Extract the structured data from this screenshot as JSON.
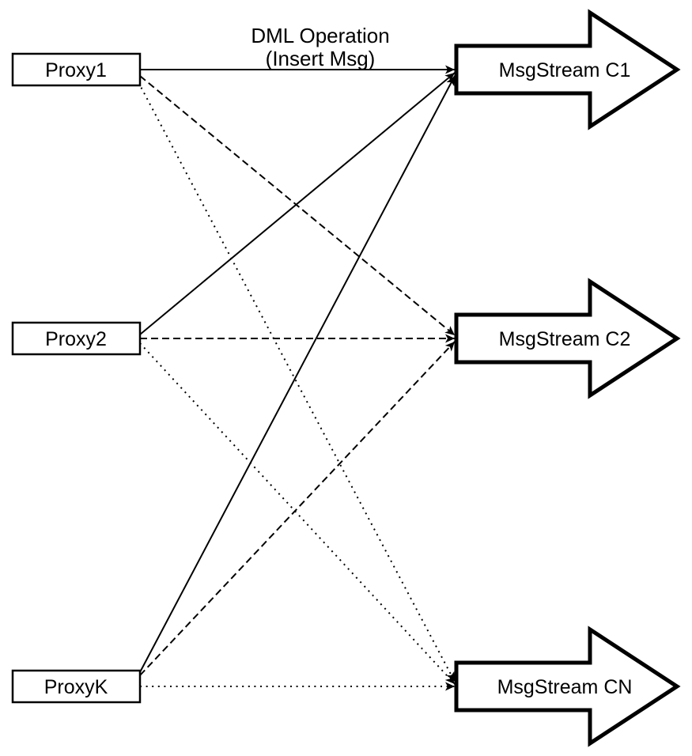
{
  "diagram": {
    "type": "flow-diagram",
    "title": {
      "line1": "DML Operation",
      "line2": "(Insert Msg)"
    },
    "proxies": [
      {
        "id": "proxy1",
        "label": "Proxy1"
      },
      {
        "id": "proxy2",
        "label": "Proxy2"
      },
      {
        "id": "proxyk",
        "label": "ProxyK"
      }
    ],
    "streams": [
      {
        "id": "c1",
        "label": "MsgStream C1"
      },
      {
        "id": "c2",
        "label": "MsgStream C2"
      },
      {
        "id": "cn",
        "label": "MsgStream CN"
      }
    ],
    "edges": [
      {
        "from": "Proxy1",
        "to": "MsgStream C1",
        "style": "solid"
      },
      {
        "from": "Proxy2",
        "to": "MsgStream C1",
        "style": "solid"
      },
      {
        "from": "ProxyK",
        "to": "MsgStream C1",
        "style": "solid"
      },
      {
        "from": "Proxy1",
        "to": "MsgStream C2",
        "style": "dashed"
      },
      {
        "from": "Proxy2",
        "to": "MsgStream C2",
        "style": "dashed"
      },
      {
        "from": "ProxyK",
        "to": "MsgStream C2",
        "style": "dashed"
      },
      {
        "from": "Proxy1",
        "to": "MsgStream CN",
        "style": "dotted"
      },
      {
        "from": "Proxy2",
        "to": "MsgStream CN",
        "style": "dotted"
      },
      {
        "from": "ProxyK",
        "to": "MsgStream CN",
        "style": "dotted"
      }
    ],
    "colors": {
      "stroke": "#000000",
      "node_fill": "#ffffff",
      "arrowhead": "#000000",
      "background": "#ffffff"
    }
  }
}
